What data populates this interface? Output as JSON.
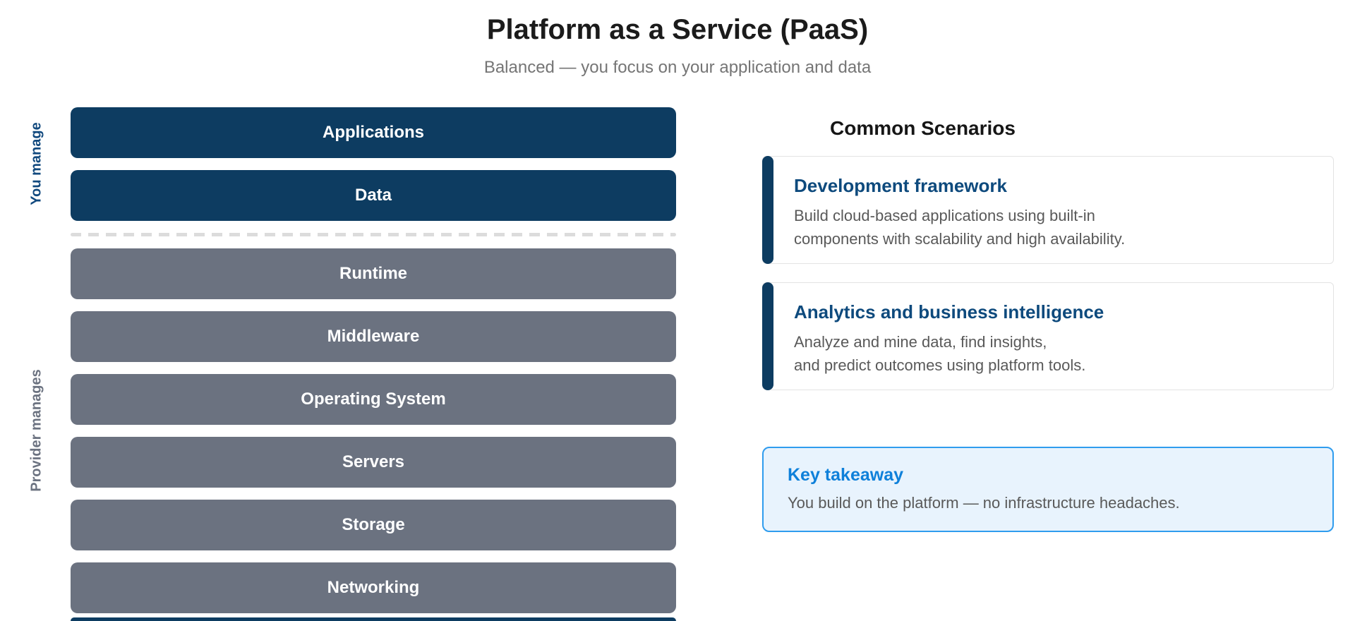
{
  "header": {
    "title": "Platform as a Service (PaaS)",
    "subtitle": "Balanced — you focus on your application and data"
  },
  "stack": {
    "you_manage_label": "You manage",
    "provider_manages_label": "Provider manages",
    "you_manage_layers": [
      "Applications",
      "Data"
    ],
    "provider_layers": [
      "Runtime",
      "Middleware",
      "Operating System",
      "Servers",
      "Storage",
      "Networking"
    ]
  },
  "scenarios": {
    "heading": "Common Scenarios",
    "cards": [
      {
        "title": "Development framework",
        "description_line1": "Build cloud-based applications using built-in",
        "description_line2": "components with scalability and high availability."
      },
      {
        "title": "Analytics and business intelligence",
        "description_line1": "Analyze and mine data, find insights,",
        "description_line2": "and predict outcomes using platform tools."
      }
    ]
  },
  "takeaway": {
    "title": "Key takeaway",
    "body": "You build on the platform — no infrastructure headaches."
  },
  "colors": {
    "layer_navy": "#0d3c61",
    "layer_gray": "#6b7280",
    "you_manage_blue": "#11497e",
    "card_title_blue": "#0e4a7d",
    "takeaway_title_blue": "#0e80da",
    "takeaway_bg": "#e8f3fd",
    "takeaway_border": "#2f9cee"
  }
}
